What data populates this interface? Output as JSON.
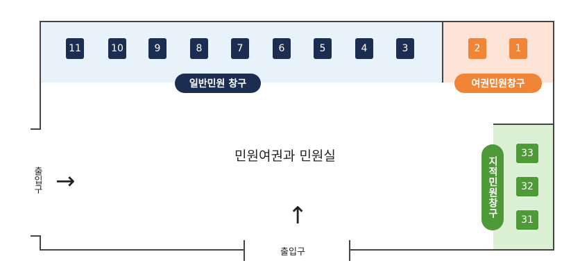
{
  "general_zone": {
    "label": "일반민원 창구",
    "counters": [
      "11",
      "10",
      "9",
      "8",
      "7",
      "6",
      "5",
      "4",
      "3"
    ]
  },
  "passport_zone": {
    "label": "여권민원창구",
    "counters": [
      "2",
      "1"
    ]
  },
  "cadastral_zone": {
    "label": "지적민원창구",
    "counters": [
      "33",
      "32",
      "31"
    ]
  },
  "room_title": "민원여권과 민원실",
  "entrance_left": "출입구",
  "entrance_bottom": "출입구",
  "arrows": {
    "left": "→",
    "bottom": "↑"
  },
  "colors": {
    "general": "#1c2d52",
    "passport": "#f08437",
    "cadastral": "#4f9a38",
    "general_bg": "#e8f2fb",
    "passport_bg": "#fde3d6",
    "cadastral_bg": "#dcf0d4"
  }
}
